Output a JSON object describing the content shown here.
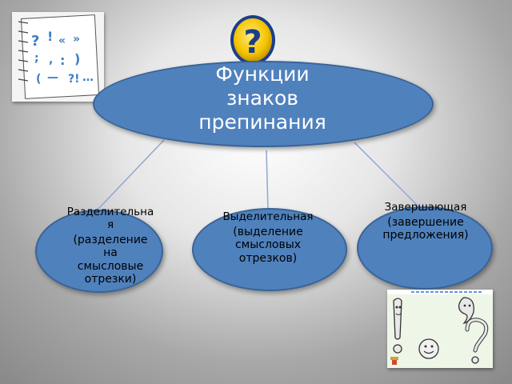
{
  "diagram": {
    "center": {
      "title": "Функции знаков препинания"
    },
    "branches": [
      {
        "name": "Разделительная",
        "desc": "(разделение на смысловые отрезки)"
      },
      {
        "name": "Выделительная",
        "desc": "(выделение смысловых отрезков)"
      },
      {
        "name": "Завершающая",
        "desc": "(завершение предложения)"
      }
    ]
  },
  "decor": {
    "question_icon": "question-mark-icon",
    "notepad_image": "punctuation-notepad-image",
    "characters_image": "punctuation-characters-image"
  },
  "colors": {
    "ellipse_fill": "#4f81bd",
    "ellipse_border": "#3a6496",
    "connector": "#7f9fcf"
  }
}
